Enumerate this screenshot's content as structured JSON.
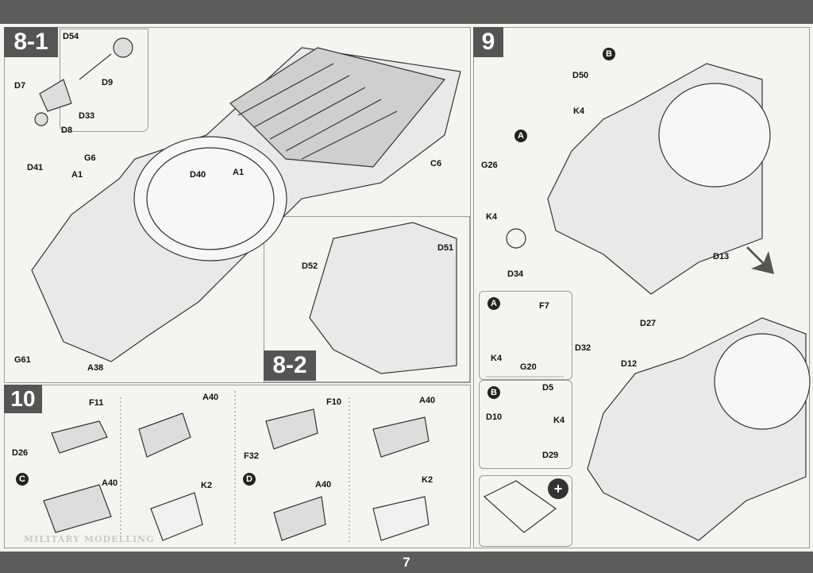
{
  "page": {
    "number": "7",
    "watermark": "MILITARY MODELLING"
  },
  "steps": {
    "s8_1": "8-1",
    "s8_2": "8-2",
    "s9": "9",
    "s10": "10"
  },
  "sub_markers": {
    "A": "A",
    "B": "B",
    "C": "C",
    "D": "D",
    "A9": "A",
    "B9": "B"
  },
  "parts_8_1_inset": [
    "D54",
    "D9",
    "D7",
    "D33",
    "D8"
  ],
  "parts_8_1": [
    "G6",
    "D41",
    "A1",
    "D40",
    "A1",
    "C6",
    "G61",
    "A38"
  ],
  "parts_8_2": [
    "D52",
    "D51"
  ],
  "parts_9": [
    "D50",
    "K4",
    "G26",
    "K4",
    "D34",
    "D13",
    "D27",
    "D32",
    "D12"
  ],
  "parts_9_A": [
    "F7",
    "K4",
    "G20"
  ],
  "parts_9_B": [
    "D5",
    "D10",
    "K4",
    "D29"
  ],
  "parts_10": [
    "F11",
    "D26",
    "A40",
    "A40",
    "K2",
    "F10",
    "F32",
    "A40",
    "A40",
    "K2"
  ],
  "icons": {
    "zoom": "magnify-plus-icon",
    "sequence": "arrow-down-right-icon"
  },
  "colors": {
    "step_box": "#555555",
    "band": "#5c5c5c"
  }
}
